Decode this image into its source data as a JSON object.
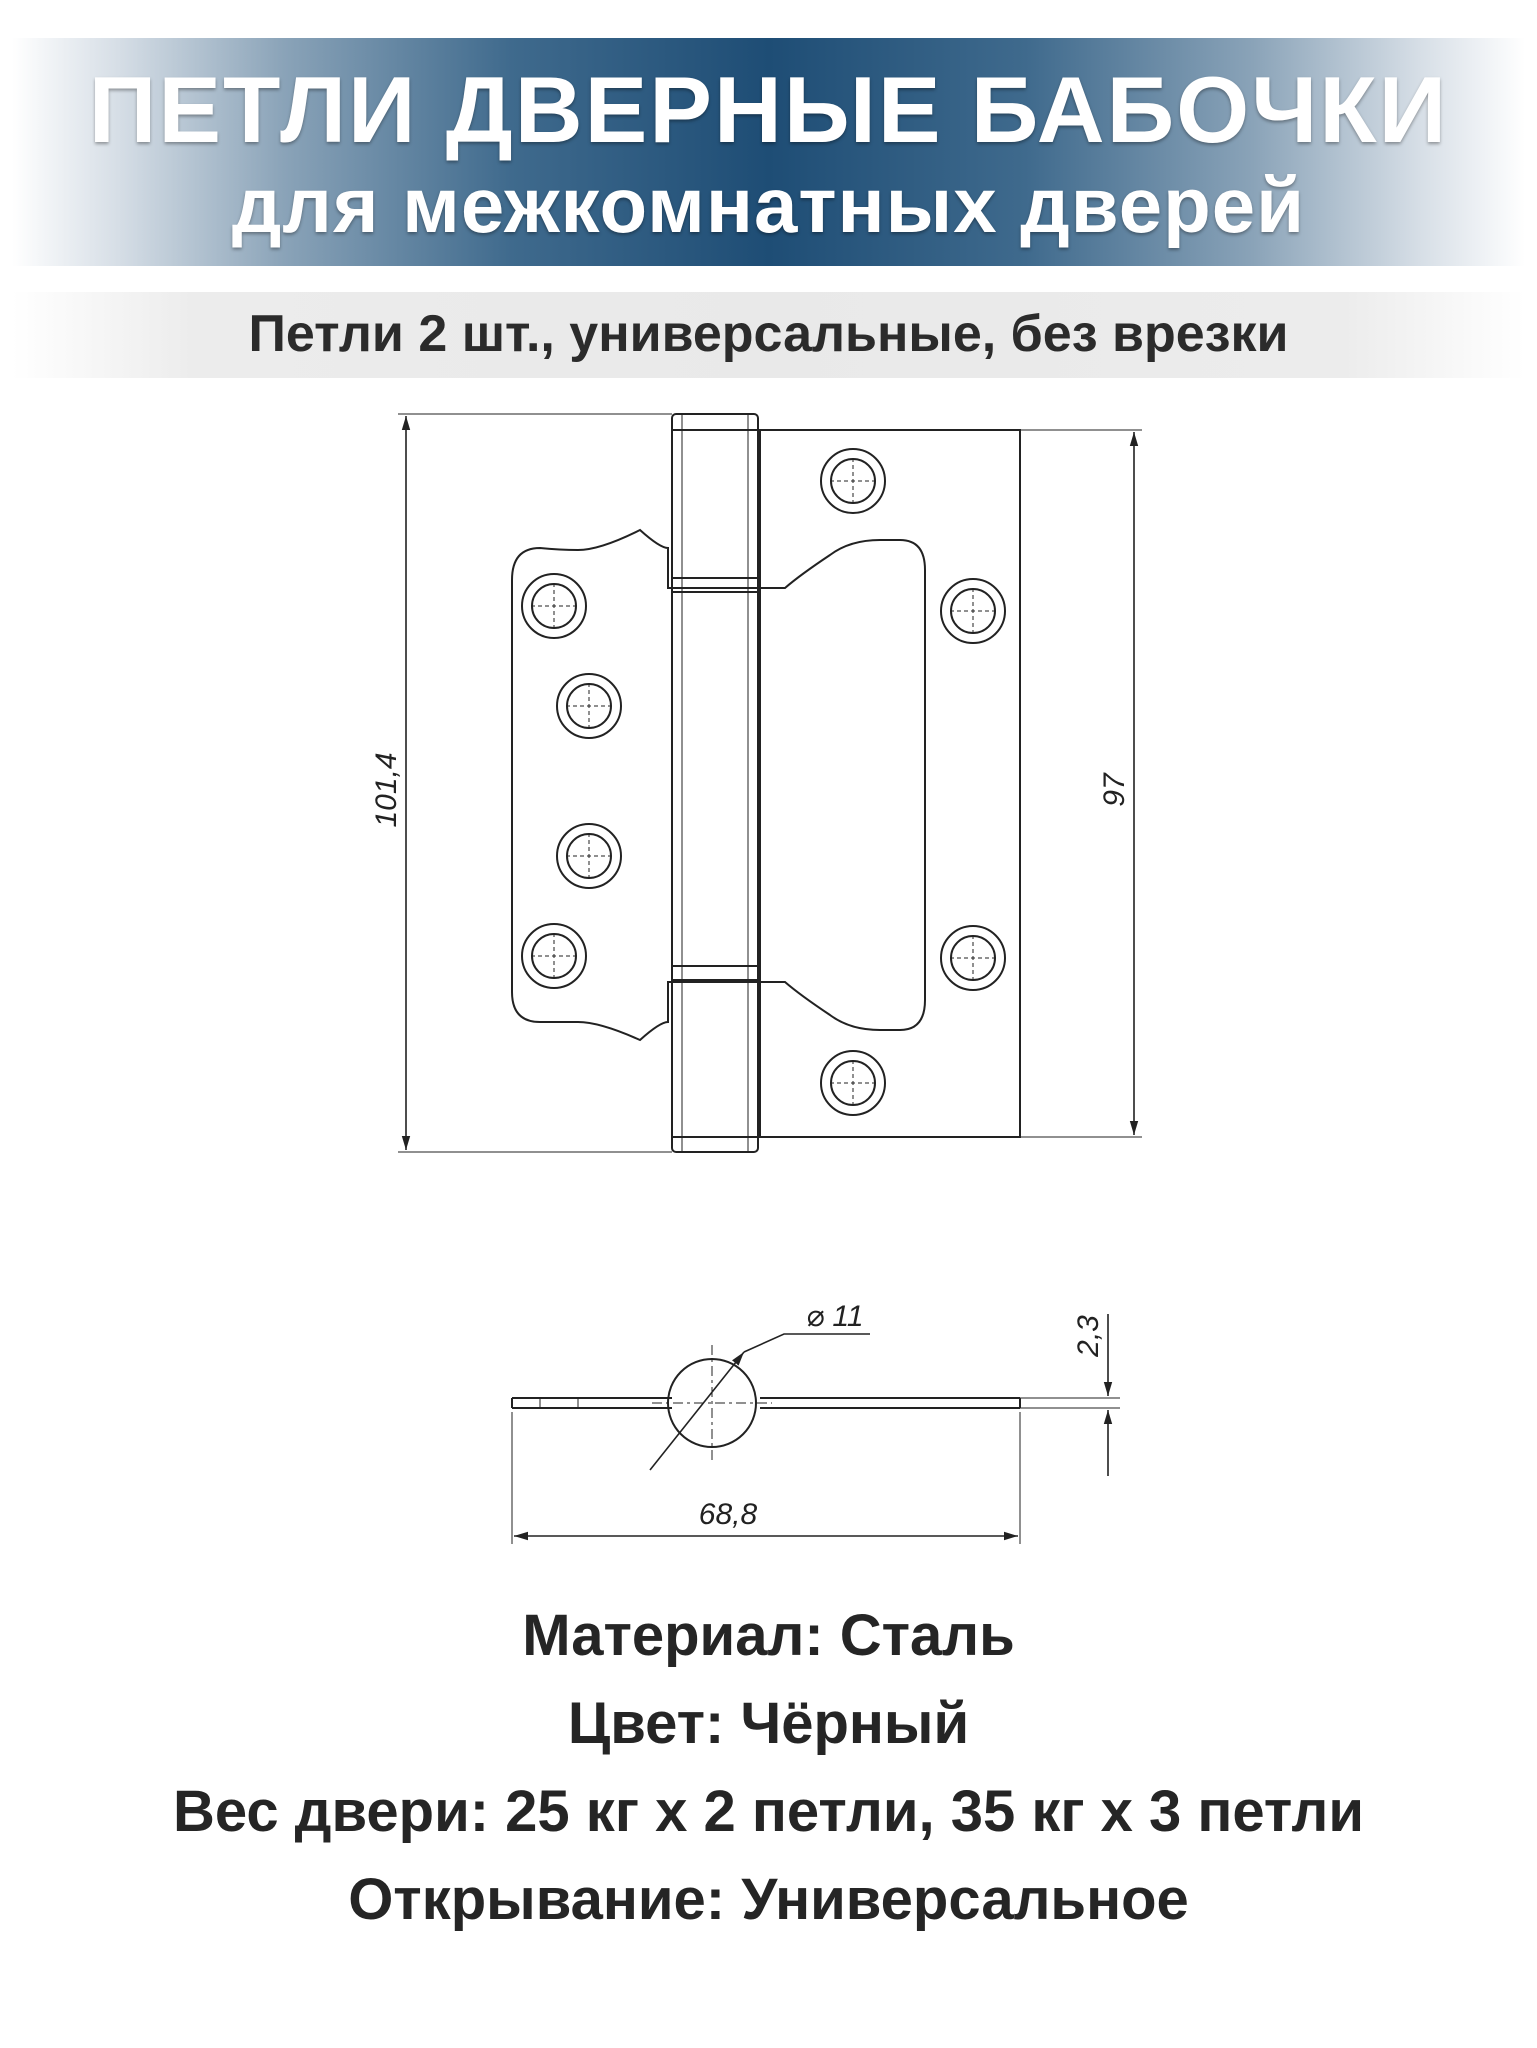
{
  "header": {
    "title": "ПЕТЛИ ДВЕРНЫЕ БАБОЧКИ",
    "subtitle": "для межкомнатных дверей"
  },
  "tagline": "Петли 2 шт., универсальные, без врезки",
  "dimensions": {
    "height_total": "101,4",
    "height_leaf": "97",
    "pin_diameter": "⌀ 11",
    "thickness": "2,3",
    "width_open": "68,8"
  },
  "specs": [
    "Материал: Сталь",
    "Цвет: Чёрный",
    "Вес двери: 25 кг х 2 петли, 35 кг х 3 петли",
    "Открывание: Универсальное"
  ],
  "colors": {
    "banner_dark": "#1e4d75",
    "banner_light": "#8aa3b8",
    "line": "#222222",
    "text": "#252525"
  }
}
